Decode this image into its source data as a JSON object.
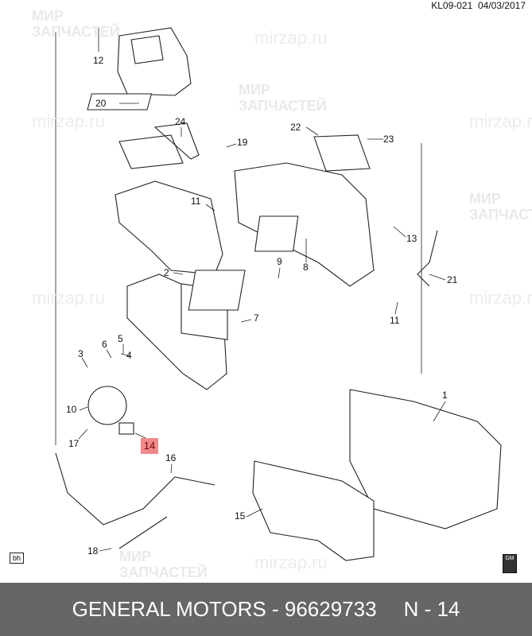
{
  "header": {
    "code": "KL09-021",
    "date": "04/03/2017"
  },
  "watermark": {
    "line1": "МИР",
    "line2": "ЗАПЧАСТЕЙ",
    "url": "mirzap.ru"
  },
  "callouts": [
    "12",
    "20",
    "24",
    "19",
    "22",
    "23",
    "11",
    "13",
    "2",
    "9",
    "8",
    "21",
    "7",
    "11",
    "5",
    "6",
    "3",
    "4",
    "1",
    "10",
    "17",
    "14",
    "16",
    "15",
    "18"
  ],
  "highlighted_part": "14",
  "badges": {
    "bh": "bh",
    "gm": "GM"
  },
  "footer": {
    "title": "GENERAL MOTORS - 96629733",
    "page": "N - 14"
  },
  "colors": {
    "highlight": "#f08a8a",
    "footer_bg": "#666666"
  }
}
